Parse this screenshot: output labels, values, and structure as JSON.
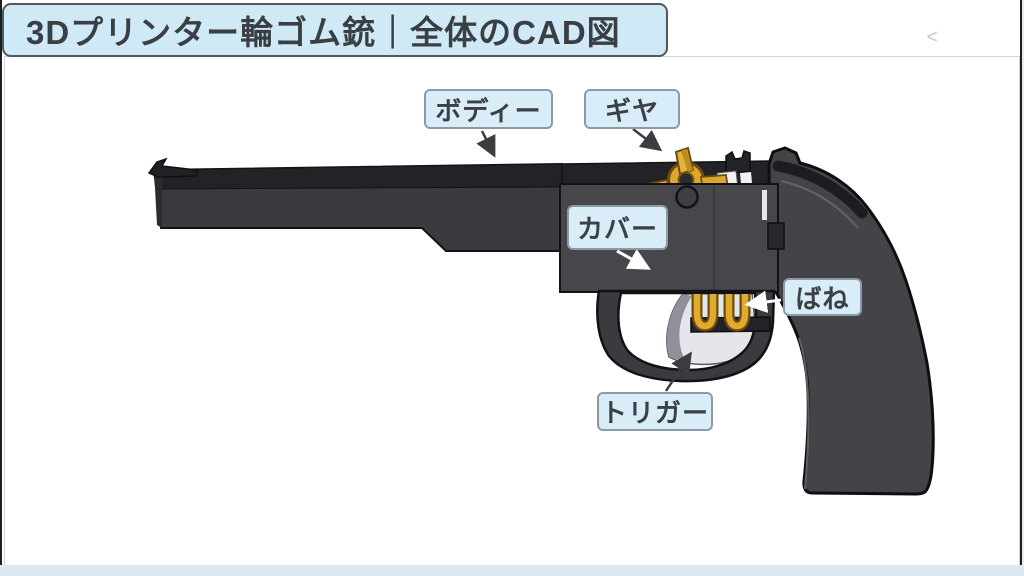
{
  "header": {
    "title": "3Dプリンター輪ゴム銃｜全体のCAD図"
  },
  "nav": {
    "prev_symbol": "<"
  },
  "diagram": {
    "subject": "rubber-band-gun-cad-side-view",
    "callouts": {
      "body": "ボディー",
      "gear": "ギヤ",
      "cover": "カバー",
      "spring": "ばね",
      "trigger": "トリガー"
    },
    "colors": {
      "title_fill": "#cfe9f6",
      "title_border": "#51585f",
      "label_fill": "#d9edf8",
      "label_border": "#8d9aa4",
      "gun_dark": "#232327",
      "gun_mid": "#3a3a3f",
      "gun_panel": "#46464b",
      "gear_yellow": "#dda72e",
      "trigger_face": "#e6e6ea",
      "footer_strip": "#dce8f2"
    }
  }
}
